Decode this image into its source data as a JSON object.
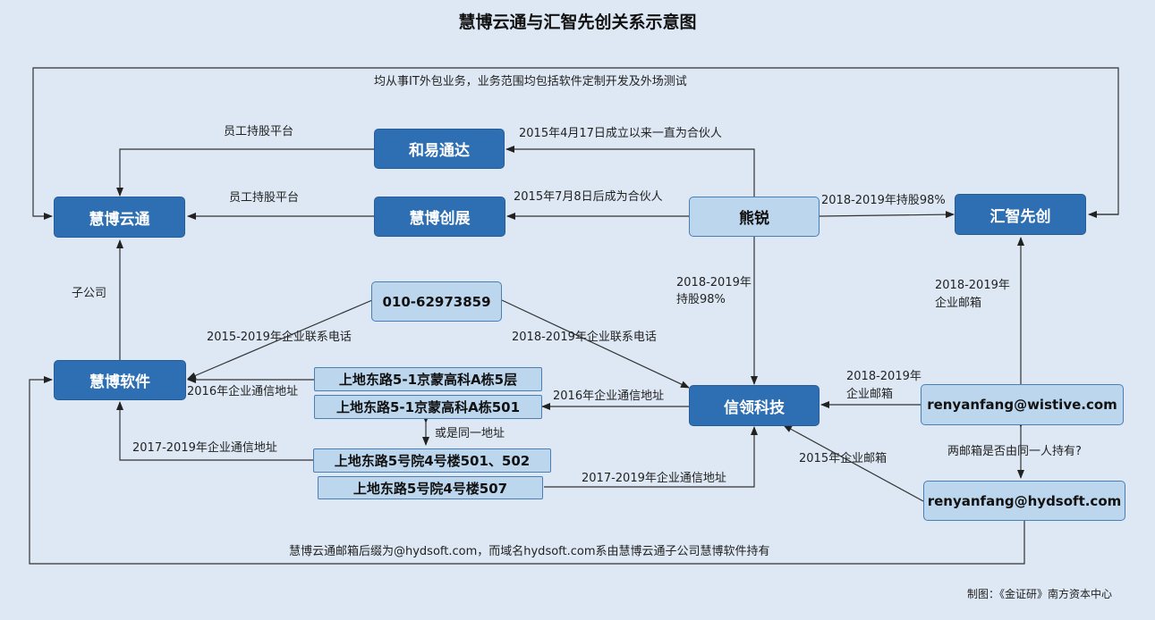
{
  "title": "慧博云通与汇智先创关系示意图",
  "nodes": {
    "huiboyuntong": "慧博云通",
    "heyitongda": "和易通达",
    "huibochuangzhan": "慧博创展",
    "xiongrui": "熊锐",
    "huizhixianchuang": "汇智先创",
    "huiboruanjian": "慧博软件",
    "phone": "010-62973859",
    "xinlingkeji": "信领科技",
    "email_wistive": "renyanfang@wistive.com",
    "email_hydsoft": "renyanfang@hydsoft.com",
    "addr1": "上地东路5-1京蒙高科A栋5层",
    "addr2": "上地东路5-1京蒙高科A栋501",
    "addr3": "上地东路5号院4号楼501、502",
    "addr4": "上地东路5号院4号楼507"
  },
  "labels": {
    "top_loop": "均从事IT外包业务，业务范围均包括软件定制开发及外场测试",
    "staff1": "员工持股平台",
    "staff2": "员工持股平台",
    "partner1": "2015年4月17日成立以来一直为合伙人",
    "partner2": "2015年7月8日后成为合伙人",
    "hold_hz": "2018-2019年持股98%",
    "hold_xl_1": "2018-2019年",
    "hold_xl_2": "持股98%",
    "subsidiary": "子公司",
    "phone_hb": "2015-2019年企业联系电话",
    "phone_xl": "2018-2019年企业联系电话",
    "mail_hz_1": "2018-2019年",
    "mail_hz_2": "企业邮箱",
    "mail_xl_1": "2018-2019年",
    "mail_xl_2": "企业邮箱",
    "addr_hb_2016": "2016年企业通信地址",
    "addr_xl_2016": "2016年企业通信地址",
    "same_addr": "或是同一地址",
    "addr_hb_2017": "2017-2019年企业通信地址",
    "addr_xl_2017": "2017-2019年企业通信地址",
    "mail_2015": "2015年企业邮箱",
    "same_person": "两邮箱是否由同一人持有?",
    "bottom_loop": "慧博云通邮箱后缀为@hydsoft.com，而域名hydsoft.com系由慧博云通子公司慧博软件持有"
  },
  "footer": "制图：《金证研》南方资本中心"
}
